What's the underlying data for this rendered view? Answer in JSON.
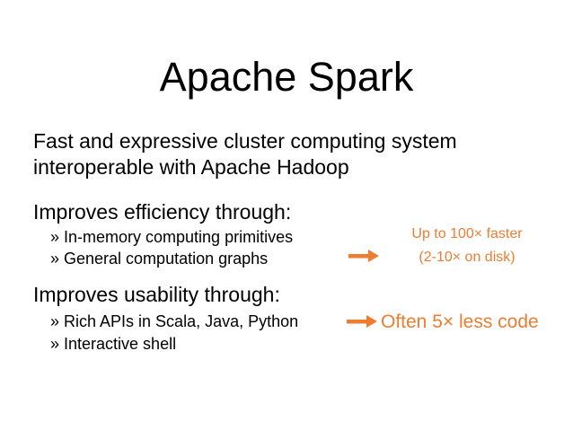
{
  "slide": {
    "title": "Apache Spark",
    "intro": [
      "Fast and expressive cluster computing system",
      "interoperable with Apache Hadoop"
    ],
    "efficiency": {
      "heading": "Improves efficiency through:",
      "bullets": [
        "» In-memory computing primitives",
        "» General computation graphs"
      ],
      "note_line1": "Up to 100× faster",
      "note_line2": "(2-10× on disk)"
    },
    "usability": {
      "heading": "Improves usability through:",
      "bullets": [
        "» Rich APIs in Scala, Java, Python",
        "» Interactive shell"
      ],
      "note": "Often 5× less code"
    },
    "colors": {
      "accent": "#ed7d31",
      "text": "#000000",
      "background": "#ffffff"
    },
    "icons": [
      "right-arrow-icon"
    ]
  }
}
